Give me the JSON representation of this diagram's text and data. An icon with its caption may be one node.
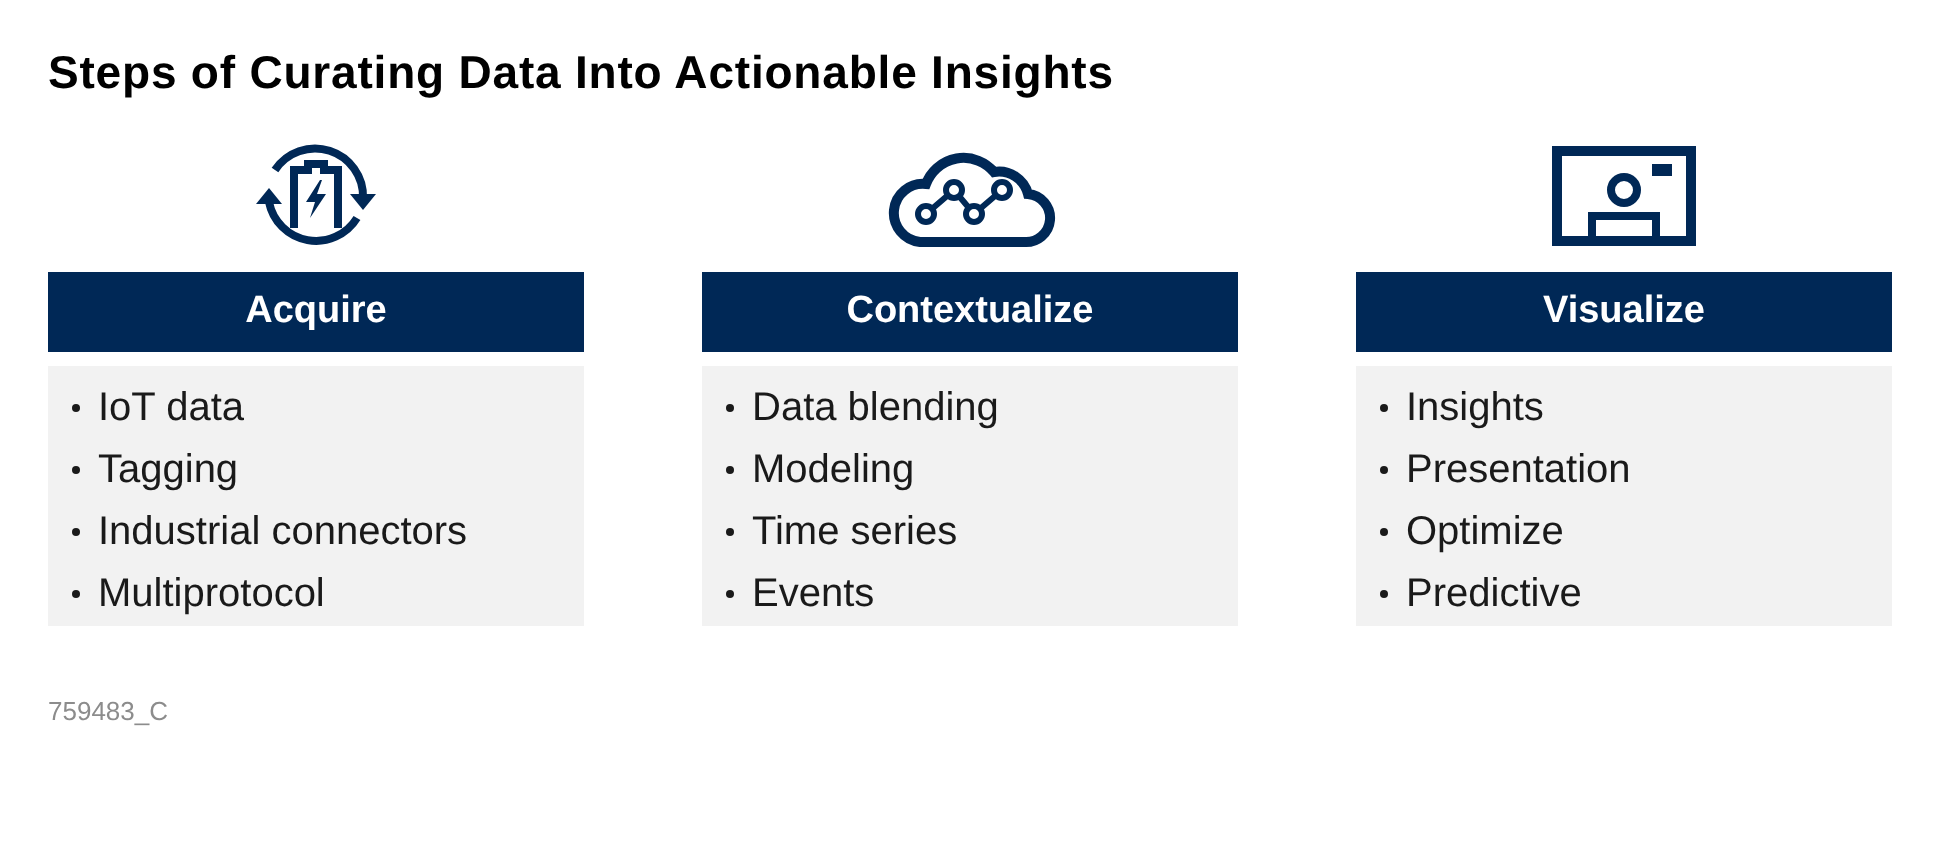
{
  "diagram": {
    "title": "Steps of Curating Data Into Actionable Insights",
    "nodes": [
      {
        "text": [
          "Acquire"
        ]
      },
      {
        "text": [
          "IoT data",
          "Tagging",
          "Industrial connectors",
          "Multiprotocol"
        ]
      },
      {
        "text": [
          "Contextualize"
        ]
      },
      {
        "text": [
          "Data blending",
          "Modeling",
          "Time series",
          "Events"
        ]
      },
      {
        "text": [
          "Visualize"
        ]
      },
      {
        "text": [
          "Insights",
          "Presentation",
          "Optimize",
          "Predictive"
        ]
      }
    ],
    "labels": [
      "759483_C"
    ]
  }
}
